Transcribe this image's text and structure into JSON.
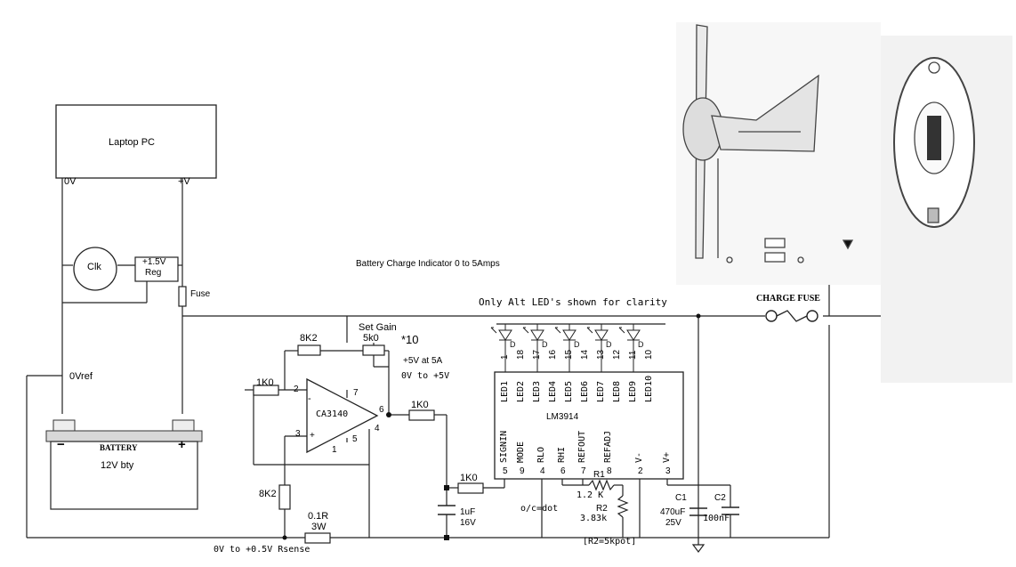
{
  "laptop": {
    "title": "Laptop PC",
    "zero_v": "0V",
    "plus_v": "+V"
  },
  "clock": {
    "label": "Clk"
  },
  "regulator": {
    "line1": "+1.5V",
    "line2": "Reg"
  },
  "fuse_label": "Fuse",
  "ovref": "0Vref",
  "battery": {
    "brand": "BATTERY",
    "minus": "−",
    "plus": "+",
    "desc": "12V bty"
  },
  "title": "Battery Charge Indicator  0 to 5Amps",
  "note": "Only Alt LED's shown for clarity",
  "charge_fuse": "CHARGE FUSE",
  "gain": {
    "label": "Set Gain",
    "value": "5k0",
    "times": "*10",
    "scale1": "+5V at 5A",
    "scale2": "0V to +5V"
  },
  "resistors": {
    "r8k2_top": "8K2",
    "r1k0_in": "1K0",
    "r1k0_out": "1K0",
    "r1k0_sig": "1K0",
    "r8k2_bot": "8K2",
    "rsense_val": "0.1R",
    "rsense_w": "3W",
    "r1": "R1",
    "r1_val": "1.2 K",
    "r2": "R2",
    "r2_val": "3.83k",
    "r2_note": "[R2=5kpot]"
  },
  "opamp": {
    "name": "CA3140",
    "pins": [
      "2",
      "3",
      "7",
      "4",
      "5",
      "1",
      "6"
    ]
  },
  "cap_filter": {
    "val": "1uF",
    "volt": "16V"
  },
  "lm3914": {
    "name": "LM3914",
    "top_pins": [
      "1",
      "18",
      "17",
      "16",
      "15",
      "14",
      "13",
      "12",
      "11",
      "10"
    ],
    "led_labels": [
      "LED1",
      "LED2",
      "LED3",
      "LED4",
      "LED5",
      "LED6",
      "LED7",
      "LED8",
      "LED9",
      "LED10"
    ],
    "bottom_pins": [
      "5",
      "9",
      "4",
      "6",
      "7",
      "8",
      "2",
      "3"
    ],
    "bottom_labels": [
      "SIGNIN",
      "MODE",
      "RLO",
      "RHI",
      "REFOUT",
      "REFADJ",
      "V-",
      "V+"
    ],
    "mode_note": "o/c=dot"
  },
  "led_diode_letter": "D",
  "c1": {
    "name": "C1",
    "val": "470uF",
    "volt": "25V"
  },
  "c2": {
    "name": "C2",
    "val": "100nF"
  },
  "rsense_range": "0V to +0.5V Rsense"
}
